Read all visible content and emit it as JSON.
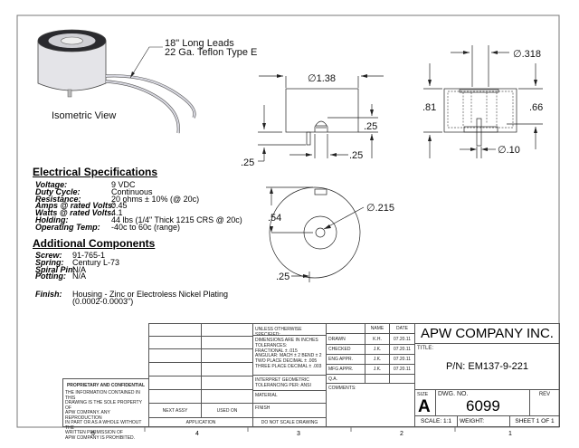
{
  "drawing": {
    "leads_callout": [
      "18\" Long Leads",
      "22 Ga. Teflon Type E"
    ],
    "isometric_label": "Isometric View",
    "dimensions": {
      "front_diameter": "∅1.38",
      "front_slot_height": ".25",
      "front_slot_width": ".25",
      "front_pin_length": ".25",
      "section_bore": "∅.318",
      "section_height": ".81",
      "section_depth": ".66",
      "section_pin": "∅.10",
      "bottom_offset": ".54",
      "bottom_hole": "∅.215",
      "bottom_pin_offset": ".25"
    }
  },
  "electrical": {
    "heading": "Electrical Specifications",
    "rows": [
      {
        "label": "Voltage:",
        "value": "9 VDC"
      },
      {
        "label": "Duty Cycle:",
        "value": "Continuous"
      },
      {
        "label": "Resistance:",
        "value": "20 ohms ± 10% (@ 20c)"
      },
      {
        "label": "Amps @ rated Volts:",
        "value": "0.45"
      },
      {
        "label": "Watts @ rated Volts:",
        "value": "4.1"
      },
      {
        "label": "Holding:",
        "value": "44 lbs (1/4\" Thick 1215 CRS @ 20c)"
      },
      {
        "label": "Operating Temp:",
        "value": "-40c to 60c (range)"
      }
    ]
  },
  "components": {
    "heading": "Additional Components",
    "rows": [
      {
        "label": "Screw:",
        "value": "91-765-1"
      },
      {
        "label": "Spring:",
        "value": "Century L-73"
      },
      {
        "label": "Spiral Pin:",
        "value": "N/A"
      },
      {
        "label": "Potting:",
        "value": "N/A"
      }
    ],
    "finish_label": "Finish:",
    "finish_value": [
      "Housing - Zinc or Electroless Nickel Plating",
      "(0.0002-0.0003\")"
    ]
  },
  "title_block": {
    "proprietary_title": "PROPRIETARY AND CONFIDENTIAL",
    "proprietary_text": [
      "THE INFORMATION CONTAINED IN THIS",
      "DRAWING IS THE SOLE PROPERTY OF",
      "APW COMPANY.  ANY  REPRODUCTION",
      "IN PART OR AS A WHOLE WITHOUT THE",
      "WRITTEN PERMISSION OF",
      "APW COMPANY IS PROHIBITED."
    ],
    "next_assy": "NEXT ASSY",
    "used_on": "USED ON",
    "application": "APPLICATION",
    "unless": "UNLESS OTHERWISE SPECIFIED:",
    "tolerances": [
      "DIMENSIONS ARE IN INCHES",
      "TOLERANCES:",
      "FRACTIONAL ± .015",
      "ANGULAR: MACH ± 2    BEND ± 2",
      "TWO PLACE DECIMAL    ± .005",
      "THREE PLACE DECIMAL   ± .003"
    ],
    "interpret": [
      "INTERPRET GEOMETRIC",
      "TOLERANCING PER: ANSI"
    ],
    "material": "MATERIAL",
    "finish": "FINISH",
    "do_not_scale": "DO NOT SCALE DRAWING",
    "name_header": "NAME",
    "date_header": "DATE",
    "approvals": [
      {
        "role": "DRAWN",
        "name": "K.H.",
        "date": "07.20.11"
      },
      {
        "role": "CHECKED",
        "name": "J.K.",
        "date": "07.20.11"
      },
      {
        "role": "ENG APPR.",
        "name": "J.K.",
        "date": "07.20.11"
      },
      {
        "role": "MFG APPR.",
        "name": "J.K.",
        "date": "07.20.11"
      },
      {
        "role": "Q.A.",
        "name": "",
        "date": ""
      }
    ],
    "comments": "COMMENTS:",
    "company": "APW COMPANY INC.",
    "title_label": "TITLE:",
    "part_number": "P/N: EM137-9-221",
    "size_label": "SIZE",
    "size": "A",
    "dwg_no_label": "DWG.  NO.",
    "dwg_no": "6099",
    "rev_label": "REV",
    "scale": "SCALE: 1:1",
    "weight": "WEIGHT:",
    "sheet": "SHEET 1 OF 1"
  },
  "zones": [
    "5",
    "4",
    "3",
    "2",
    "1"
  ]
}
